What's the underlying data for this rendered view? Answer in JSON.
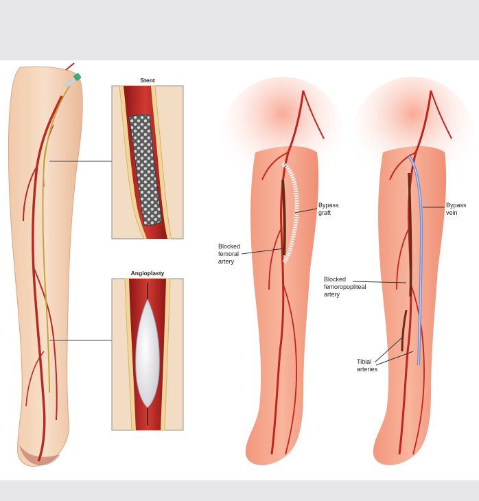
{
  "figure": {
    "left_panel": {
      "inset_stent_title": "Stent",
      "inset_angioplasty_title": "Angioplasty"
    },
    "right_panel": {
      "bypass_graft": [
        "Bypass",
        "graft"
      ],
      "blocked_femoral": [
        "Blocked",
        "femoral",
        "artery"
      ],
      "bypass_vein": [
        "Bypass",
        "vein"
      ],
      "blocked_femoropopliteal": [
        "Blocked",
        "femoropopliteal",
        "artery"
      ],
      "tibial_arteries": [
        "Tibial",
        "arteries"
      ]
    }
  },
  "colors": {
    "band": "#e6e6e8",
    "skin_left": "#f4d2b6",
    "skin_right": "#f6a890",
    "artery": "#c42a24",
    "graft": "#f5f5f5",
    "vein": "#7d95d8"
  }
}
